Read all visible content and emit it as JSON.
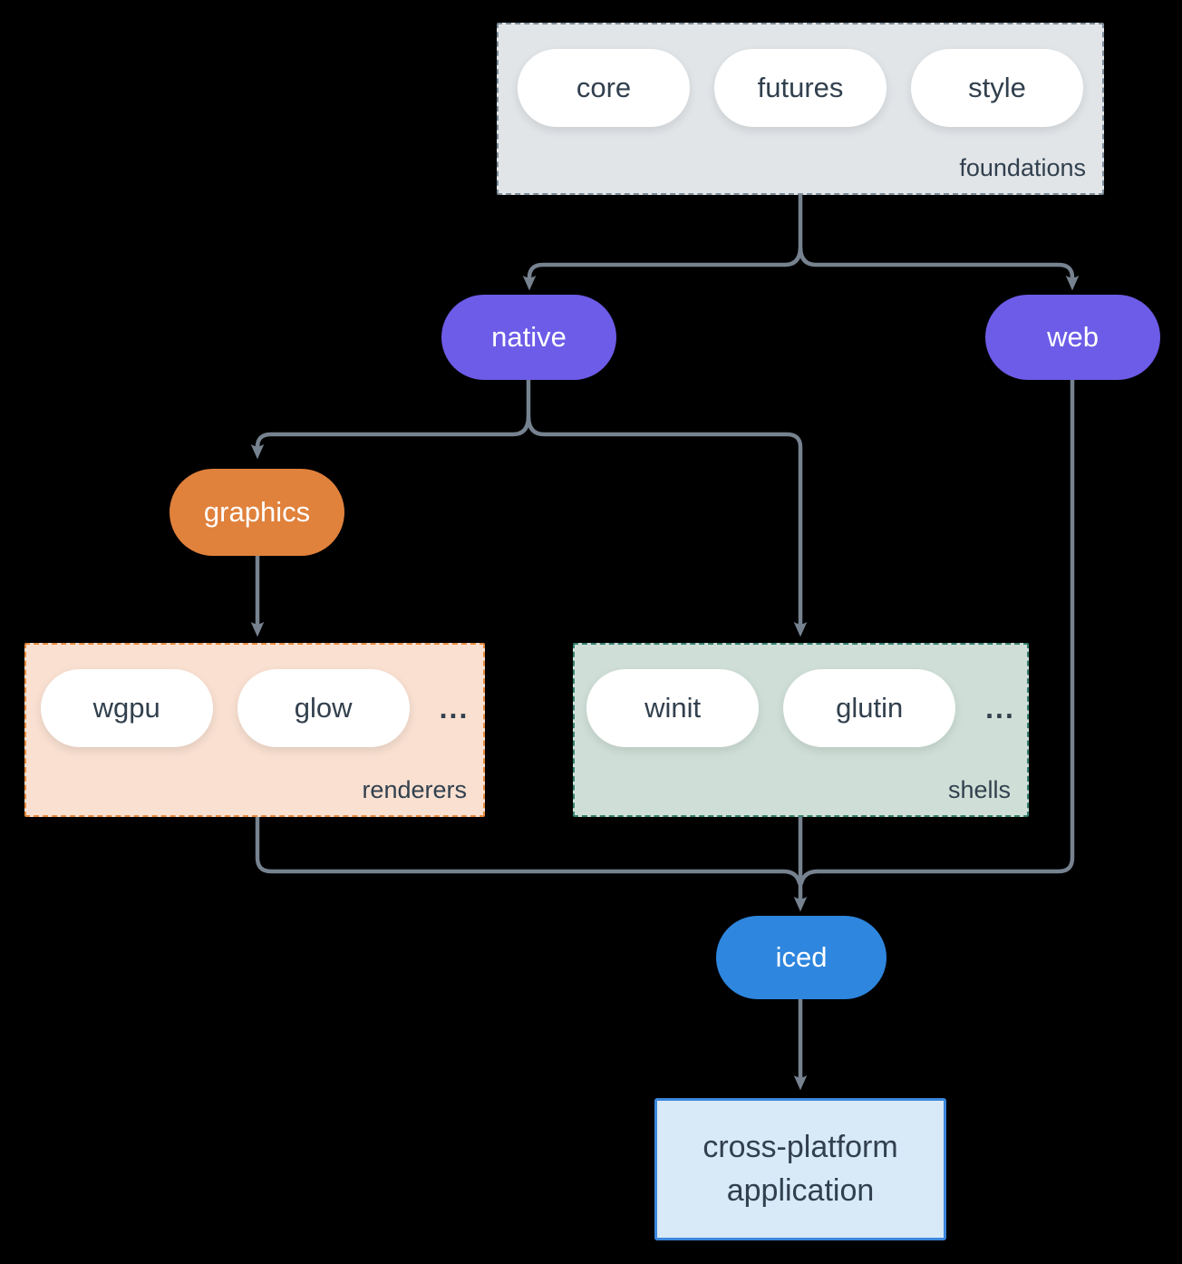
{
  "colors": {
    "background": "#000000",
    "line": "#76828F",
    "text_dark": "#32404E",
    "pill_bg": "#FFFFFF",
    "purple": "#6C5CE7",
    "orange": "#E0813C",
    "blue": "#2E86DE",
    "foundations_bg": "#E1E5E8",
    "foundations_border": "#7E8D9A",
    "renderers_bg": "#F9E0D1",
    "renderers_border": "#E78A3F",
    "shells_bg": "#CFDFD7",
    "shells_border": "#35806F",
    "app_bg": "#D8E9F8",
    "app_border": "#3C87DD"
  },
  "groups": {
    "foundations": {
      "label": "foundations",
      "items": [
        "core",
        "futures",
        "style"
      ]
    },
    "renderers": {
      "label": "renderers",
      "items": [
        "wgpu",
        "glow"
      ],
      "ellipsis": "..."
    },
    "shells": {
      "label": "shells",
      "items": [
        "winit",
        "glutin"
      ],
      "ellipsis": "..."
    }
  },
  "nodes": {
    "native": {
      "label": "native"
    },
    "web": {
      "label": "web"
    },
    "graphics": {
      "label": "graphics"
    },
    "iced": {
      "label": "iced"
    },
    "application": {
      "label": "cross-platform application"
    }
  }
}
